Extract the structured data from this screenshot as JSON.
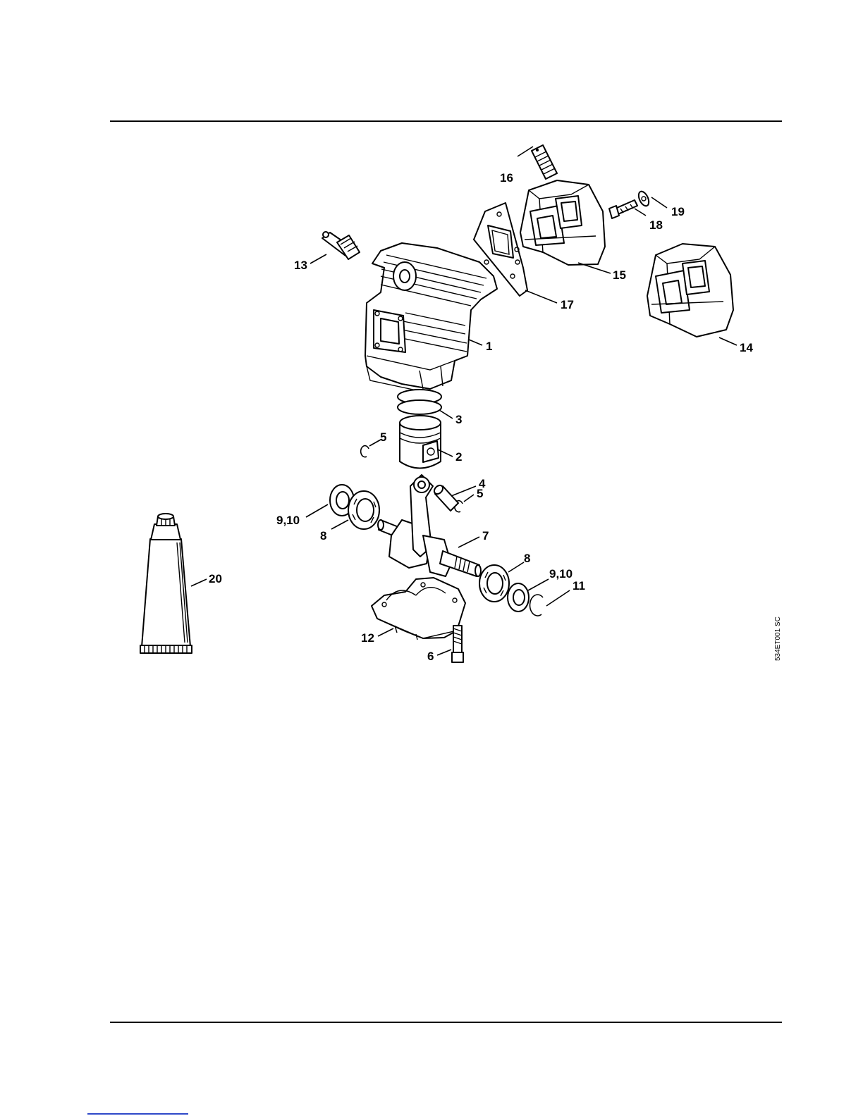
{
  "figure": {
    "code": "534ET001 SC",
    "callouts": [
      {
        "id": "c1",
        "text": "1"
      },
      {
        "id": "c2",
        "text": "2"
      },
      {
        "id": "c3",
        "text": "3"
      },
      {
        "id": "c4",
        "text": "4"
      },
      {
        "id": "c5a",
        "text": "5"
      },
      {
        "id": "c5b",
        "text": "5"
      },
      {
        "id": "c6",
        "text": "6"
      },
      {
        "id": "c7",
        "text": "7"
      },
      {
        "id": "c8a",
        "text": "8"
      },
      {
        "id": "c8b",
        "text": "8"
      },
      {
        "id": "c910a",
        "text": "9,10"
      },
      {
        "id": "c910b",
        "text": "9,10"
      },
      {
        "id": "c11",
        "text": "11"
      },
      {
        "id": "c12",
        "text": "12"
      },
      {
        "id": "c13",
        "text": "13"
      },
      {
        "id": "c14",
        "text": "14"
      },
      {
        "id": "c15",
        "text": "15"
      },
      {
        "id": "c16",
        "text": "16"
      },
      {
        "id": "c17",
        "text": "17"
      },
      {
        "id": "c18",
        "text": "18"
      },
      {
        "id": "c19",
        "text": "19"
      },
      {
        "id": "c20",
        "text": "20"
      }
    ]
  }
}
